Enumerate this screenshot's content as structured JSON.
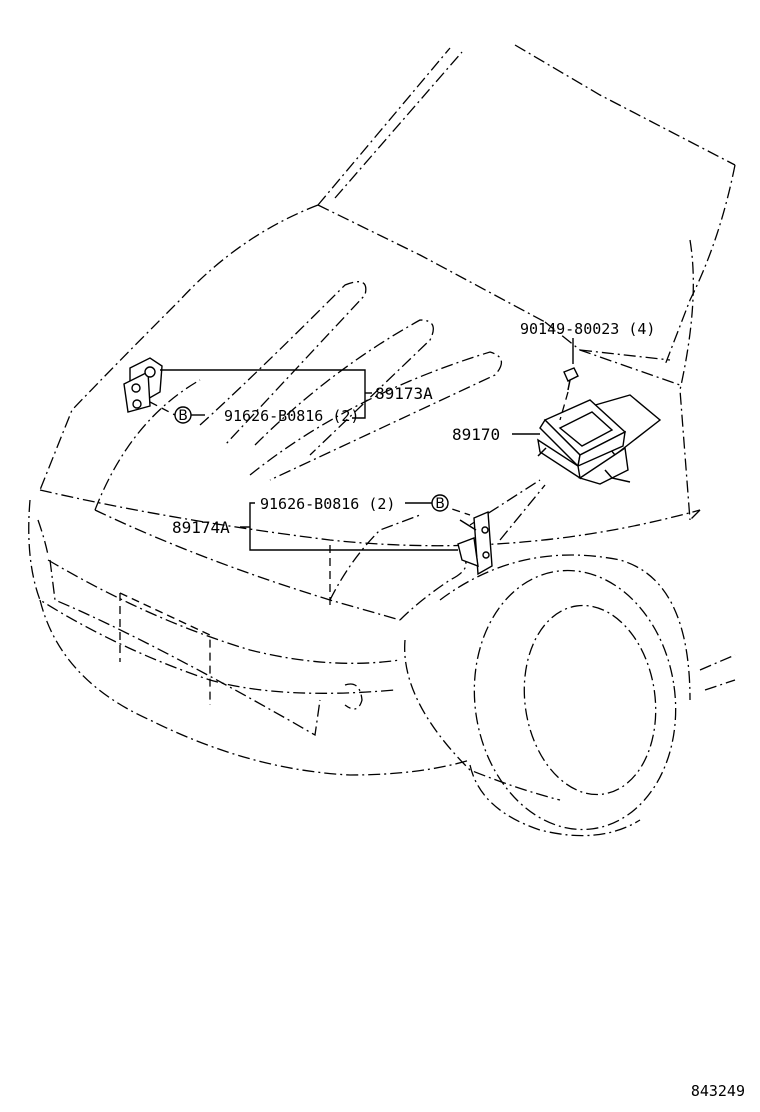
{
  "parts": {
    "p89173a": "89173A",
    "p91626_upper": "91626-B0816 (2)",
    "p90149": "90149-80023 (4)",
    "p89170": "89170",
    "p91626_lower": "91626-B0816 (2)",
    "p89174a": "89174A",
    "ref_b_upper": "B",
    "ref_b_lower": "B"
  },
  "figure_id": "843249"
}
